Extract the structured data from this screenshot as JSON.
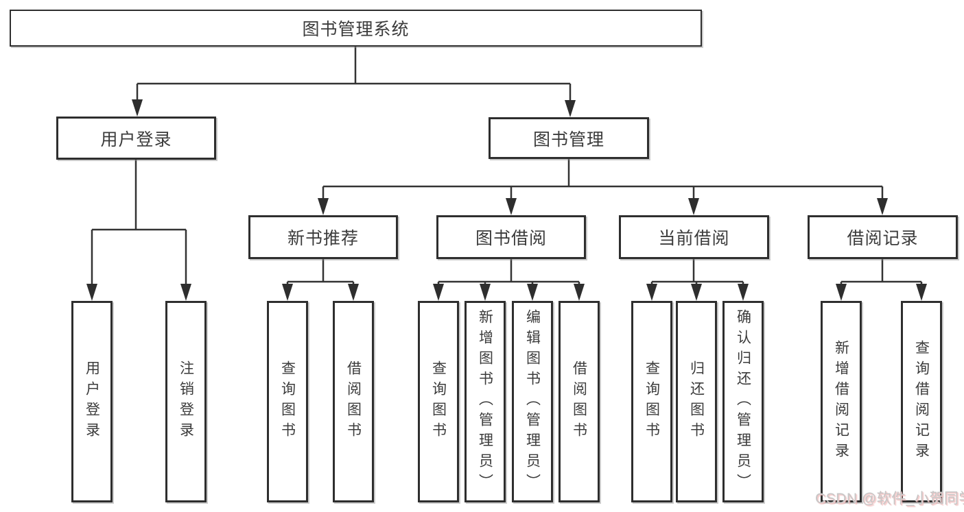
{
  "diagram_title": "图书管理系统",
  "nodes": {
    "root": "图书管理系统",
    "user_login": "用户登录",
    "book_management": "图书管理",
    "new_book_rec": "新书推荐",
    "book_borrow": "图书借阅",
    "current_borrow": "当前借阅",
    "borrow_records": "借阅记录"
  },
  "leaves": {
    "user_login": [
      "用户登录",
      "注销登录"
    ],
    "new_book_rec": [
      "查询图书",
      "借阅图书"
    ],
    "book_borrow": [
      "查询图书",
      "新增图书（管理员）",
      "编辑图书（管理员）",
      "借阅图书"
    ],
    "current_borrow": [
      "查询图书",
      "归还图书",
      "确认归还（管理员）"
    ],
    "borrow_records": [
      "新增借阅记录",
      "查询借阅记录"
    ]
  },
  "watermark": {
    "text": "CSDN @软件_小贺同学"
  },
  "colors": {
    "background": "#ffffff",
    "line": "#333333",
    "box_border": "#2e2e2e",
    "text": "#3b3b3b",
    "watermark_text": "#c7c7c7",
    "watermark_shadow": "#f0caca"
  }
}
